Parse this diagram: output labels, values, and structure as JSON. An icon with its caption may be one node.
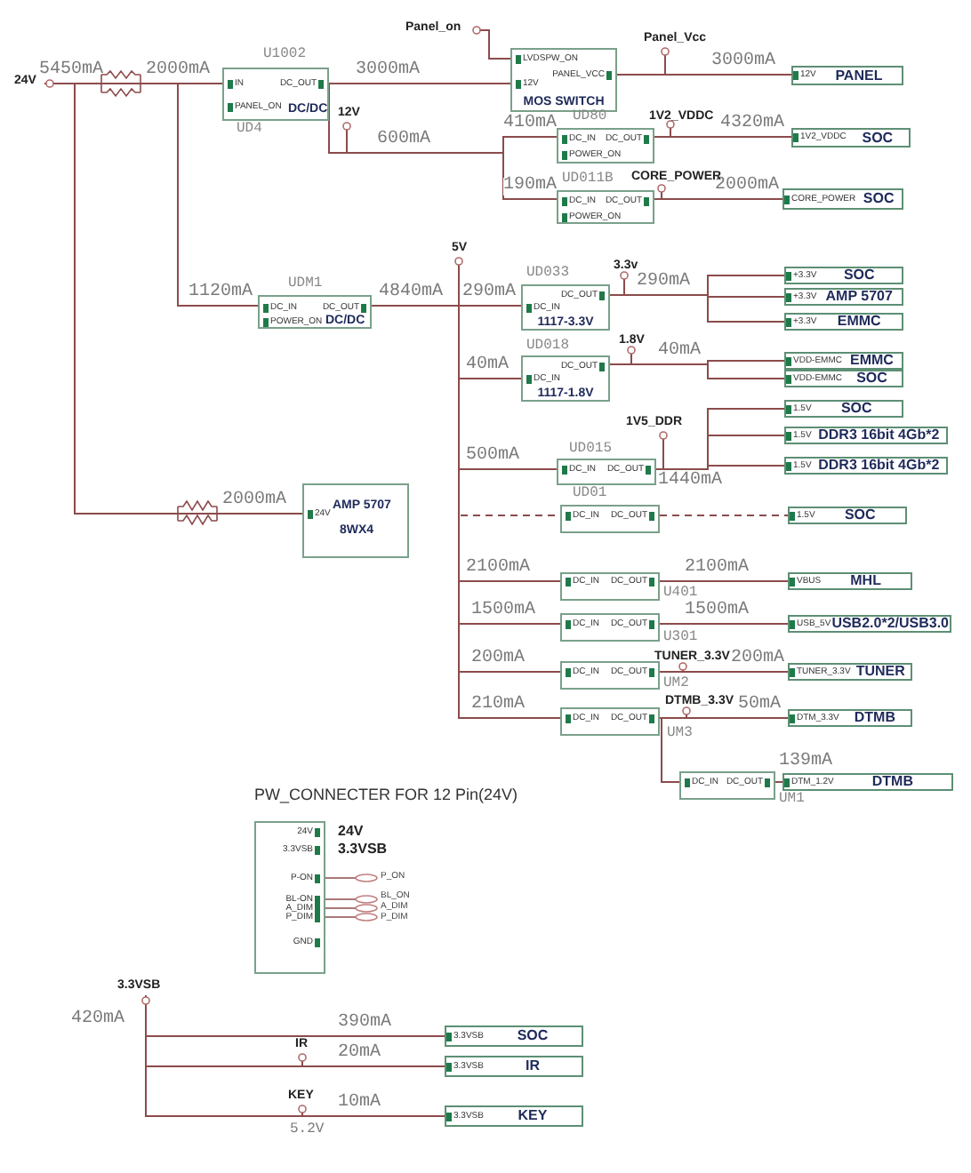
{
  "diagram": {
    "nodes": [
      {
        "text": [
          "24V"
        ]
      },
      {
        "text": [
          "IN",
          "DC_OUT",
          "PANEL_ON",
          "DC/DC"
        ],
        "beside": [
          "U1002",
          "UD4"
        ]
      },
      {
        "text": [
          "LVDSPW_ON",
          "12V",
          "PANEL_VCC",
          "MOS SWITCH"
        ]
      },
      {
        "text": [
          "Panel_on"
        ]
      },
      {
        "text": [
          "12V",
          "PANEL"
        ]
      },
      {
        "text": [
          "DC_IN",
          "DC_OUT",
          "POWER_ON"
        ],
        "beside": [
          "UD80"
        ]
      },
      {
        "text": [
          "1V2_VDDC",
          "SOC"
        ]
      },
      {
        "text": [
          "DC_IN",
          "DC_OUT",
          "POWER_ON"
        ],
        "beside": [
          "UD011B"
        ]
      },
      {
        "text": [
          "CORE_POWER",
          "SOC"
        ]
      },
      {
        "text": [
          "DC_IN",
          "DC_OUT",
          "POWER_ON",
          "DC/DC"
        ],
        "beside": [
          "UDM1"
        ]
      },
      {
        "text": [
          "24V",
          "AMP 5707",
          "8WX4"
        ]
      },
      {
        "text": [
          "DC_IN",
          "DC_OUT",
          "1117-3.3V"
        ],
        "beside": [
          "UD033"
        ]
      },
      {
        "text": [
          "+3.3V",
          "SOC"
        ]
      },
      {
        "text": [
          "+3.3V",
          "AMP 5707"
        ]
      },
      {
        "text": [
          "+3.3V",
          "EMMC"
        ]
      },
      {
        "text": [
          "DC_IN",
          "DC_OUT",
          "1117-1.8V"
        ],
        "beside": [
          "UD018"
        ]
      },
      {
        "text": [
          "VDD-EMMC",
          "EMMC"
        ]
      },
      {
        "text": [
          "VDD-EMMC",
          "SOC"
        ]
      },
      {
        "text": [
          "1.5V",
          "SOC"
        ]
      },
      {
        "text": [
          "1.5V",
          "DDR3 16bit 4Gb*2"
        ]
      },
      {
        "text": [
          "1.5V",
          "DDR3 16bit 4Gb*2"
        ]
      },
      {
        "text": [
          "DC_IN",
          "DC_OUT"
        ],
        "beside": [
          "UD015"
        ]
      },
      {
        "text": [
          "DC_IN",
          "DC_OUT"
        ],
        "beside": [
          "UD01"
        ]
      },
      {
        "text": [
          "1.5V",
          "SOC"
        ]
      },
      {
        "text": [
          "DC_IN",
          "DC_OUT"
        ],
        "beside": [
          "U401"
        ]
      },
      {
        "text": [
          "VBUS",
          "MHL"
        ]
      },
      {
        "text": [
          "DC_IN",
          "DC_OUT"
        ],
        "beside": [
          "U301"
        ]
      },
      {
        "text": [
          "USB_5V",
          "USB2.0*2/USB3.0"
        ]
      },
      {
        "text": [
          "DC_IN",
          "DC_OUT"
        ],
        "beside": [
          "UM2"
        ]
      },
      {
        "text": [
          "TUNER_3.3V",
          "TUNER"
        ]
      },
      {
        "text": [
          "DC_IN",
          "DC_OUT"
        ],
        "beside": [
          "UM3"
        ]
      },
      {
        "text": [
          "DTM_3.3V",
          "DTMB"
        ]
      },
      {
        "text": [
          "DC_IN",
          "DC_OUT"
        ],
        "beside": [
          "UM1"
        ]
      },
      {
        "text": [
          "DTM_1.2V",
          "DTMB"
        ]
      },
      {
        "text": [
          "24V",
          "3.3VSB",
          "P-ON",
          "BL-ON",
          "A_DIM",
          "P_DIM",
          "GND"
        ],
        "beside": [
          "24V",
          "3.3VSB"
        ]
      },
      {
        "text": [
          "3.3VSB"
        ]
      },
      {
        "text": [
          "3.3VSB",
          "SOC"
        ]
      },
      {
        "text": [
          "3.3VSB",
          "IR"
        ]
      },
      {
        "text": [
          "3.3VSB",
          "KEY"
        ]
      }
    ],
    "edges": [
      {
        "from": 0,
        "to": 1,
        "arrow": "none",
        "label": "2000mA"
      },
      {
        "from": 0,
        "to": 9,
        "arrow": "none",
        "label": "1120mA"
      },
      {
        "from": 0,
        "to": 10,
        "arrow": "none",
        "label": "2000mA"
      },
      {
        "from": 1,
        "to": 2,
        "arrow": "none",
        "label": "3000mA"
      },
      {
        "from": 3,
        "to": 2,
        "arrow": "none"
      },
      {
        "from": 2,
        "to": 4,
        "arrow": "none",
        "label": "3000mA"
      },
      {
        "from": 1,
        "to": 5,
        "arrow": "none",
        "label": "410mA"
      },
      {
        "from": 1,
        "to": 7,
        "arrow": "none",
        "label": "190mA"
      },
      {
        "from": 5,
        "to": 6,
        "arrow": "none",
        "label": "4320mA"
      },
      {
        "from": 7,
        "to": 8,
        "arrow": "none",
        "label": "2000mA"
      },
      {
        "from": 9,
        "to": 11,
        "arrow": "none",
        "label": "290mA"
      },
      {
        "from": 9,
        "to": 15,
        "arrow": "none",
        "label": "40mA"
      },
      {
        "from": 9,
        "to": 21,
        "arrow": "none",
        "label": "500mA"
      },
      {
        "from": 9,
        "to": 22,
        "arrow": "none",
        "style": "dashed"
      },
      {
        "from": 9,
        "to": 24,
        "arrow": "none",
        "label": "2100mA"
      },
      {
        "from": 9,
        "to": 26,
        "arrow": "none",
        "label": "1500mA"
      },
      {
        "from": 9,
        "to": 28,
        "arrow": "none",
        "label": "200mA"
      },
      {
        "from": 9,
        "to": 30,
        "arrow": "none",
        "label": "210mA"
      },
      {
        "from": 11,
        "to": 12,
        "arrow": "none",
        "label": "290mA"
      },
      {
        "from": 11,
        "to": 13,
        "arrow": "none"
      },
      {
        "from": 11,
        "to": 14,
        "arrow": "none"
      },
      {
        "from": 15,
        "to": 16,
        "arrow": "none",
        "label": "40mA"
      },
      {
        "from": 15,
        "to": 17,
        "arrow": "none"
      },
      {
        "from": 21,
        "to": 18,
        "arrow": "none",
        "label": "1440mA"
      },
      {
        "from": 21,
        "to": 19,
        "arrow": "none"
      },
      {
        "from": 21,
        "to": 20,
        "arrow": "none"
      },
      {
        "from": 22,
        "to": 23,
        "arrow": "none",
        "style": "dashed"
      },
      {
        "from": 24,
        "to": 25,
        "arrow": "none",
        "label": "2100mA"
      },
      {
        "from": 26,
        "to": 27,
        "arrow": "none",
        "label": "1500mA"
      },
      {
        "from": 28,
        "to": 29,
        "arrow": "none",
        "label": "200mA"
      },
      {
        "from": 30,
        "to": 31,
        "arrow": "none",
        "label": "50mA"
      },
      {
        "from": 30,
        "to": 32,
        "arrow": "none"
      },
      {
        "from": 32,
        "to": 33,
        "arrow": "none",
        "label": "139mA"
      },
      {
        "from": 35,
        "to": 36,
        "arrow": "none",
        "label": "390mA"
      },
      {
        "from": 35,
        "to": 37,
        "arrow": "none",
        "label": "20mA"
      },
      {
        "from": 35,
        "to": 38,
        "arrow": "none",
        "label": "10mA"
      }
    ],
    "labels": [
      "5450mA",
      "Panel_Vcc",
      "12V",
      "600mA",
      "1V2_VDDC",
      "CORE_POWER",
      "5V",
      "4840mA",
      "3.3v",
      "1.8V",
      "1V5_DDR",
      "TUNER_3.3V",
      "DTMB_3.3V",
      "PW_CONNECTER FOR 12 Pin(24V)",
      "P_ON",
      "BL_ON",
      "A_DIM",
      "P_DIM",
      "420mA",
      "IR",
      "KEY",
      "5.2V"
    ]
  }
}
